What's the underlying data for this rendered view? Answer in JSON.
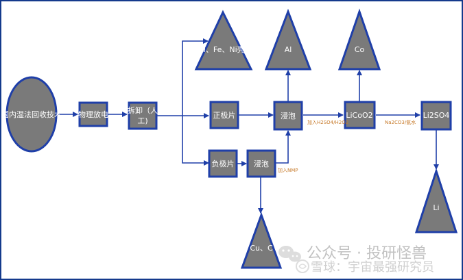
{
  "diagram": {
    "colors": {
      "node_fill": "#7a7a7a",
      "node_border": "#1f3fa8",
      "arrow": "#1f3fa8",
      "label": "#c77a2a",
      "frame": "#143a8c"
    },
    "nodes": {
      "start": "国内湿法回收技术",
      "discharge": "物理放电",
      "disassembly": "拆卸（人\n工)",
      "cathode": "正极片",
      "anode": "负极片",
      "soak_cathode": "浸泡",
      "soak_anode": "浸泡",
      "licoo2": "LiCoO2",
      "li2so4": "Li2SO4"
    },
    "disassembly_lines": [
      "拆卸（人",
      "工)"
    ],
    "outputs": {
      "shell": "Al、Fe、Ni壳",
      "al": "Al",
      "co": "Co",
      "li": "Li",
      "cu_c": "Cu、C"
    },
    "edge_labels": {
      "nmp": "加入NMP",
      "acid": "加入H2SO4/H2O2",
      "base": "Na2CO3/氨水"
    }
  },
  "watermark": {
    "line1": "公众号 · 投研怪兽",
    "line2": "雪球：宇宙最强研究员"
  }
}
